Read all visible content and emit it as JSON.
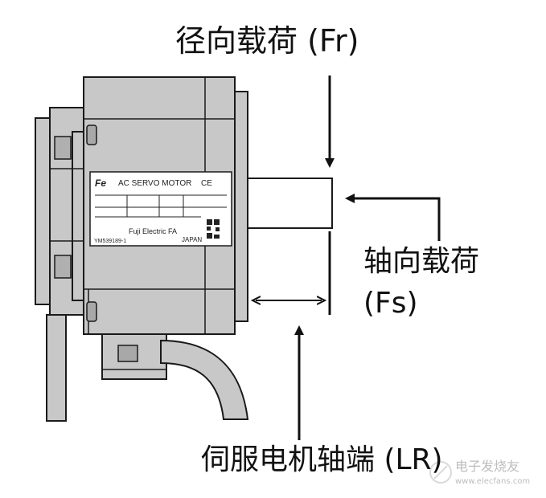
{
  "labels": {
    "radial_load": "径向载荷 (Fr)",
    "axial_load_line1": "轴向载荷",
    "axial_load_line2": "(Fs)",
    "shaft_end": "伺服电机轴端 (LR)"
  },
  "nameplate": {
    "logo": "Fe",
    "title": "AC SERVO MOTOR",
    "ce_mark": "CE",
    "maker": "Fuji Electric FA",
    "model": "YM539189-1",
    "country": "JAPAN"
  },
  "watermark": {
    "text": "电子发烧友",
    "url": "www.elecfans.com"
  },
  "colors": {
    "motor_body": "#c8c8c8",
    "outline": "#1a1a1a",
    "shaft": "#ffffff",
    "background": "#ffffff",
    "watermark": "#bdbdbd"
  }
}
